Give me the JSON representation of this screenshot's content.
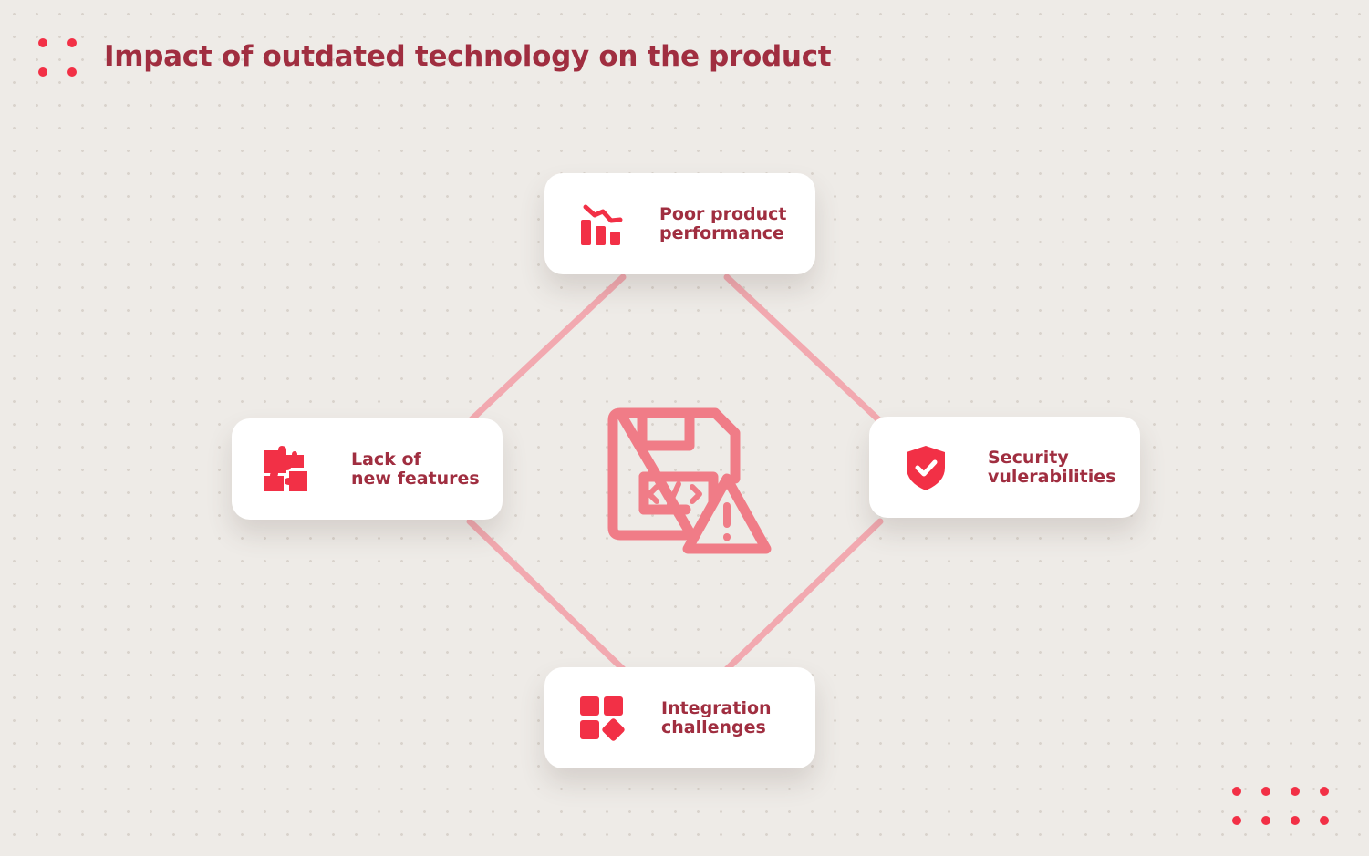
{
  "title": "Impact of outdated technology on the product",
  "colors": {
    "accent": "#f23046",
    "title": "#a02e40",
    "connector": "#f2a9b0",
    "center_icon": "#f07c87",
    "background": "#eeebe7",
    "card": "#ffffff"
  },
  "center": {
    "icon": "floppy-disk-code-warning-icon"
  },
  "nodes": {
    "top": {
      "icon": "declining-chart-icon",
      "label": "Poor product\nperformance"
    },
    "left": {
      "icon": "puzzle-icon",
      "label": "Lack of\nnew features"
    },
    "right": {
      "icon": "shield-check-icon",
      "label": "Security\nvulerabilities"
    },
    "bottom": {
      "icon": "app-blocks-icon",
      "label": "Integration\nchallenges"
    }
  }
}
